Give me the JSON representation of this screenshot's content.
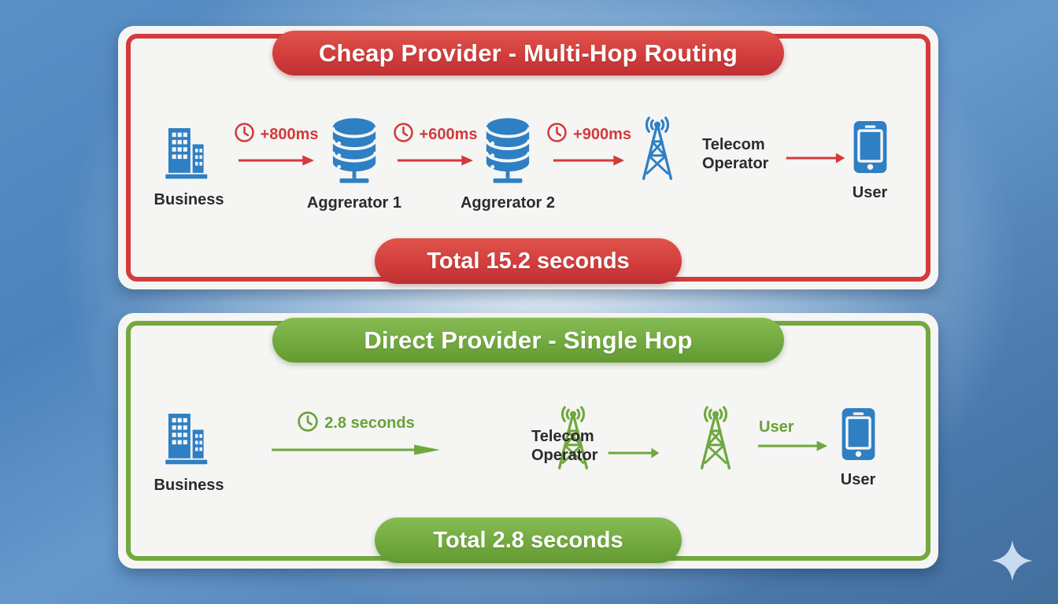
{
  "colors": {
    "red_accent": "#d43b3c",
    "green_accent": "#73a93f",
    "blue_icon": "#2e7fc4",
    "dark_text": "#2b2b2b",
    "card_bg": "#f5f5f3"
  },
  "panel_top": {
    "title": "Cheap Provider - Multi-Hop Routing",
    "business_label": "Business",
    "hop1_delay": "+800ms",
    "agg1_label": "Aggrerator 1",
    "hop2_delay": "+600ms",
    "agg2_label": "Aggrerator 2",
    "hop3_delay": "+900ms",
    "operator_line1": "Telecom",
    "operator_line2": "Operator",
    "user_label": "User",
    "total": "Total 15.2 seconds"
  },
  "panel_bottom": {
    "title": "Direct Provider - Single Hop",
    "business_label": "Business",
    "hop_delay": "2.8 seconds",
    "operator_line1": "Telecom",
    "operator_line2": "Operator",
    "arrow_user_label": "User",
    "user_label": "User",
    "total": "Total 2.8 seconds"
  }
}
